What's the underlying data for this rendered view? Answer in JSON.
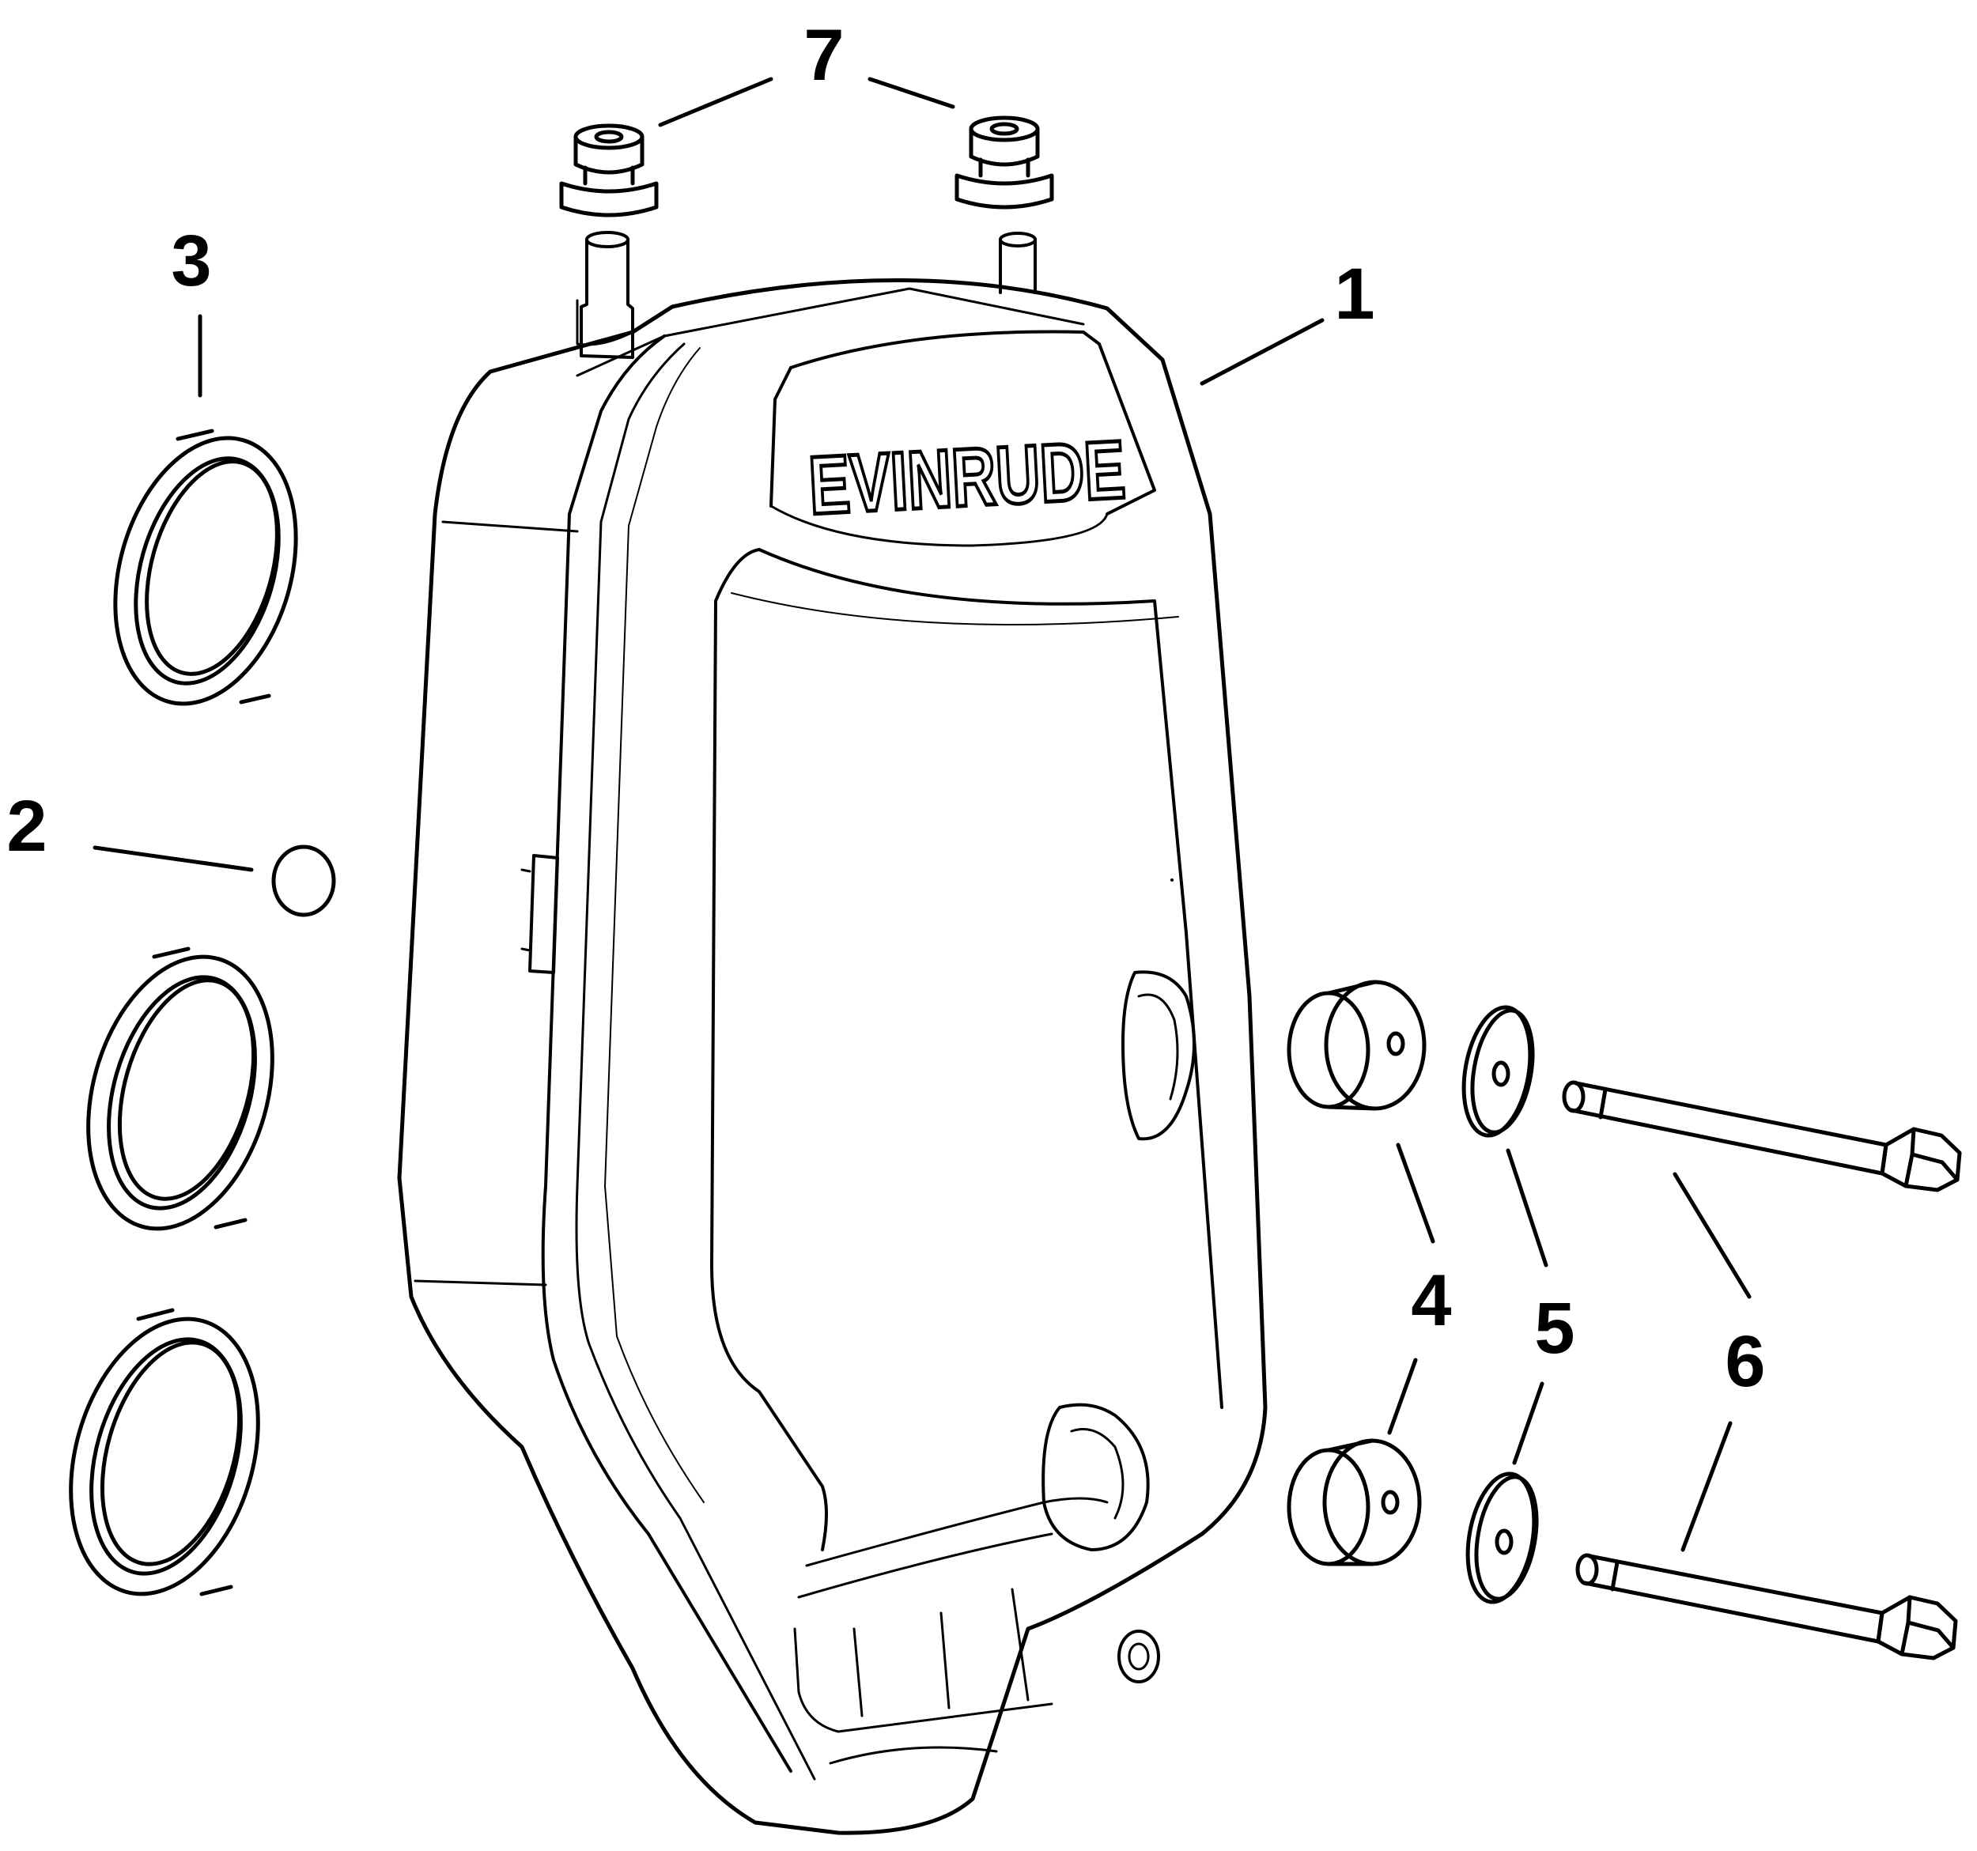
{
  "diagram": {
    "brand_logo": "EVINRUDE",
    "callouts": [
      "1",
      "2",
      "3",
      "4",
      "5",
      "6",
      "7"
    ]
  }
}
